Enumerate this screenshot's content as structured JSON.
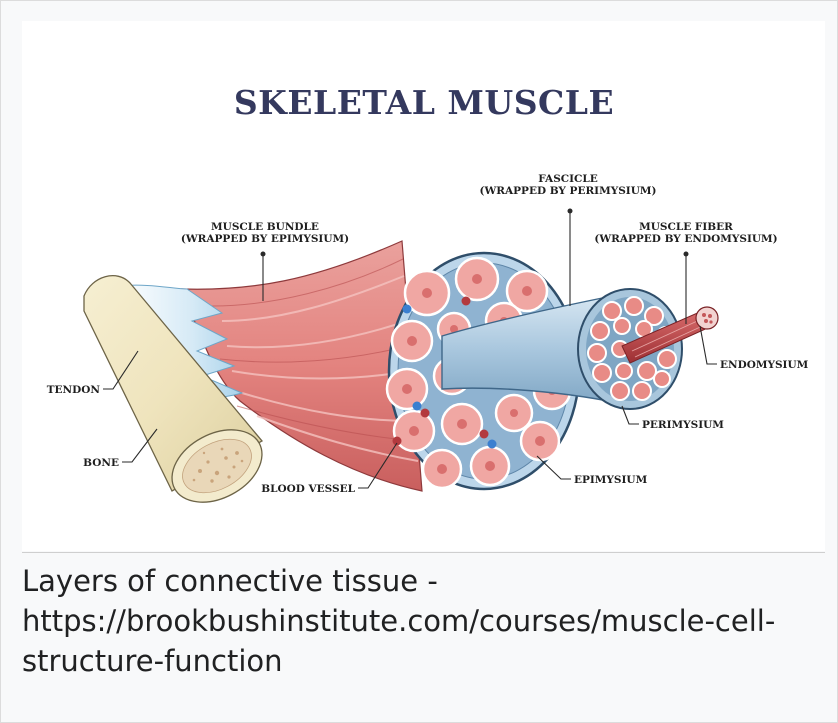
{
  "figure": {
    "title": "SKELETAL MUSCLE",
    "labels": {
      "fascicle": [
        "FASCICLE",
        "(WRAPPED BY PERIMYSIUM)"
      ],
      "muscle_bundle": [
        "MUSCLE BUNDLE",
        "(WRAPPED BY EPIMYSIUM)"
      ],
      "muscle_fiber": [
        "MUSCLE FIBER",
        "(WRAPPED BY ENDOMYSIUM)"
      ],
      "tendon": "TENDON",
      "bone": "BONE",
      "blood_vessel": "BLOOD VESSEL",
      "epimysium": "EPIMYSIUM",
      "perimysium": "PERIMYSIUM",
      "endomysium": "ENDOMYSIUM"
    }
  },
  "caption": "Layers of connective tissue - https://brookbushinstitute.com/courses/muscle-cell-structure-function",
  "colors": {
    "title": "#34395e",
    "muscle": "#e48b87",
    "muscle_dark": "#c4585a",
    "sheath": "#a8c6dc",
    "bone": "#efe6c2",
    "marrow": "#d8b89a",
    "caption_bg": "#f8f9fa"
  }
}
